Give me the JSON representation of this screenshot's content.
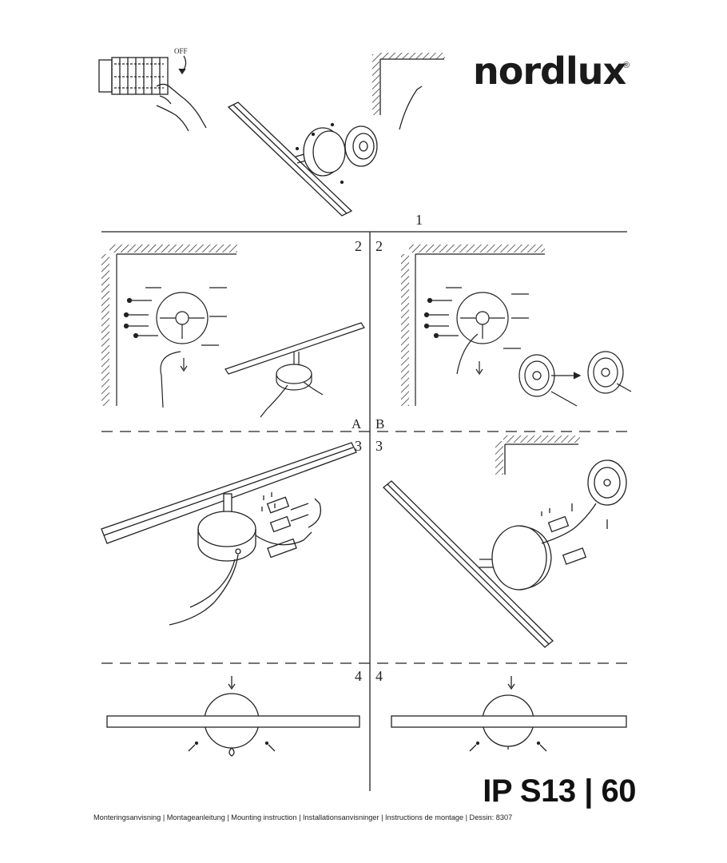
{
  "brand": {
    "name": "nordlux",
    "reg_mark": "®"
  },
  "steps": {
    "s1": "1",
    "s2_left": "2",
    "s2_right": "2",
    "s3_left": "3",
    "s3_right": "3",
    "s4_left": "4",
    "s4_right": "4"
  },
  "variants": {
    "a": "A",
    "b": "B"
  },
  "switch_label": "OFF",
  "model": "IP S13 | 60",
  "footer": "Monteringsanvisning | Montageanleitung | Mounting instruction | Installationsanvisninger | Instructions de montage | Dessin: 8307"
}
